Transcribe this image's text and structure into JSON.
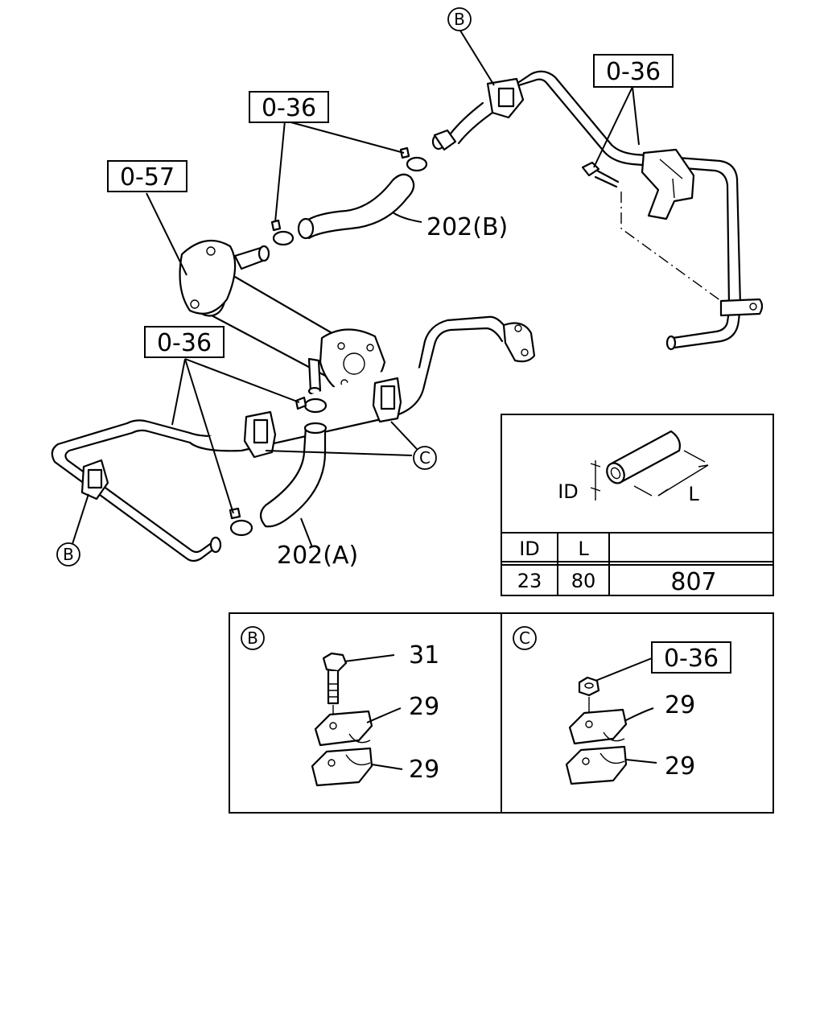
{
  "refs": {
    "r036_a": "0-36",
    "r036_b": "0-36",
    "r057": "0-57",
    "r036_c": "0-36",
    "r036_detail": "0-36"
  },
  "parts": {
    "hose_b": "202(B)",
    "hose_a": "202(A)",
    "bolt": "31",
    "clamp_b_upper": "29",
    "clamp_b_lower": "29",
    "clamp_c_upper": "29",
    "clamp_c_lower": "29"
  },
  "callouts": {
    "b_top": "B",
    "b_left": "B",
    "c_main": "C",
    "detail_b": "B",
    "detail_c": "C"
  },
  "hose_spec": {
    "id_label": "ID",
    "l_label": "L",
    "headers": [
      "ID",
      "L",
      ""
    ],
    "row": [
      "23",
      "80",
      "807"
    ]
  }
}
